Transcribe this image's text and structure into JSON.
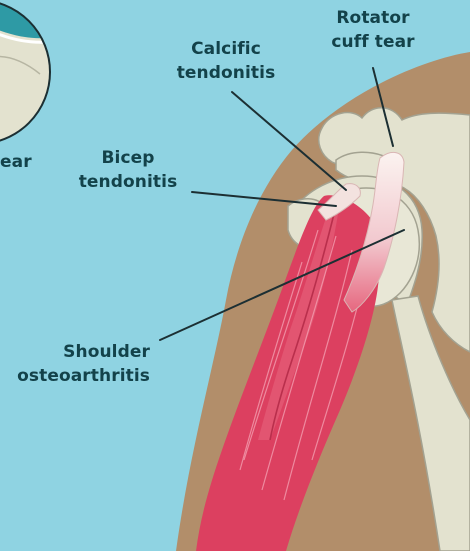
{
  "colors": {
    "background": "#8fd3e2",
    "skin": "#b28e6a",
    "bone": "#e3e2cf",
    "bone_outline": "#a3a291",
    "muscle": "#dc4060",
    "tendon": "#f6e7e3",
    "text": "#13424a",
    "leader_line": "#1c2f33",
    "inset_accent": "#2e9aa5"
  },
  "labels": {
    "inset_partial": "ear",
    "rotator": "Rotator\ncuff tear",
    "calcific": "Calcific\ntendonitis",
    "bicep": "Bicep\ntendonitis",
    "osteo": "Shoulder\nosteoarthritis"
  }
}
